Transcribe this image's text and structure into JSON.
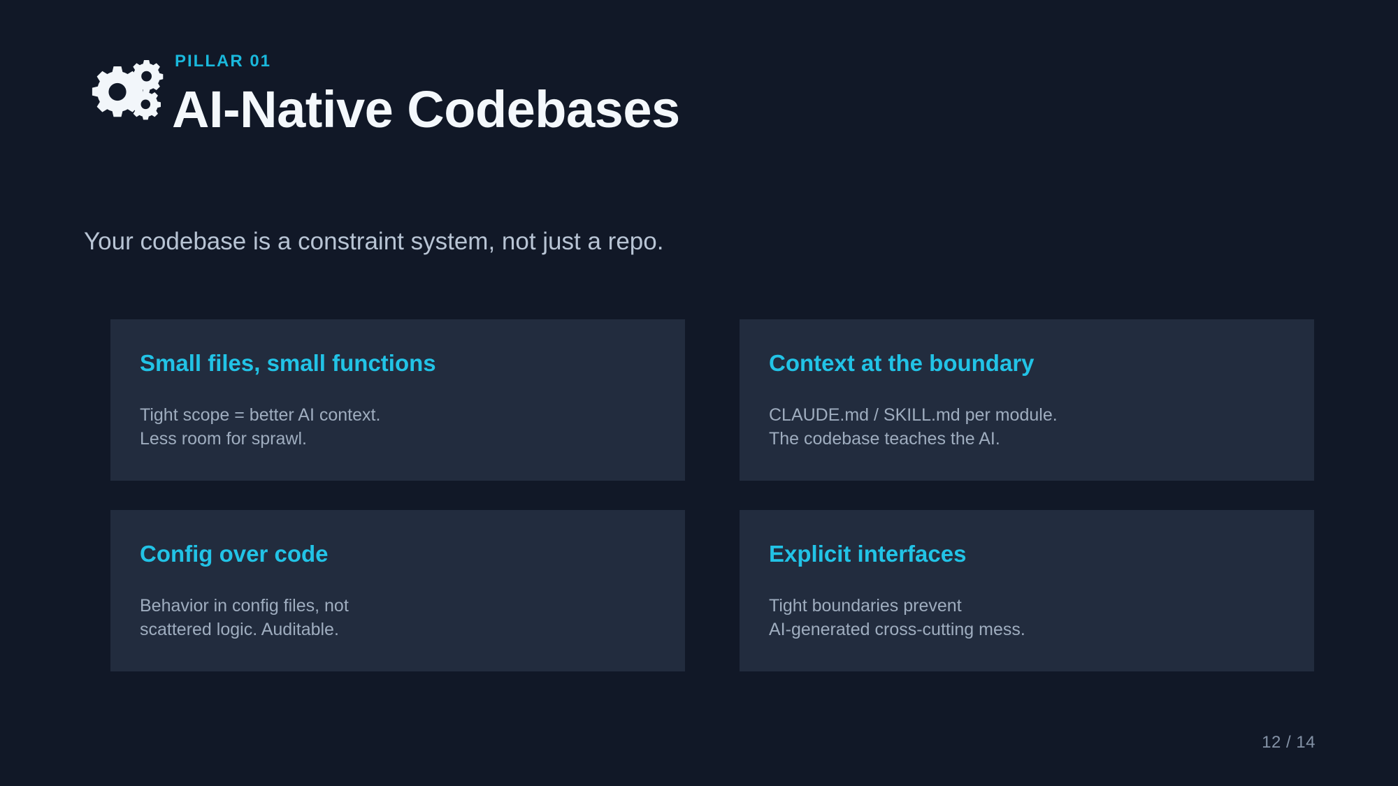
{
  "theme": {
    "background": "#111827",
    "card_background": "#222c3e",
    "accent": "#22c3e6",
    "eyebrow_accent": "#1ab8dc",
    "title_color": "#f4f8fc",
    "subtitle_color": "#b8c4d4",
    "body_color": "#9fadbf",
    "counter_color": "#8492a6"
  },
  "header": {
    "icon": "gears-icon",
    "eyebrow": "PILLAR 01",
    "title": "AI-Native Codebases"
  },
  "subtitle": "Your codebase is a constraint system, not just a repo.",
  "cards": [
    {
      "title": "Small files, small functions",
      "line1": "Tight scope = better AI context.",
      "line2": "Less room for sprawl."
    },
    {
      "title": "Context at the boundary",
      "line1": "CLAUDE.md / SKILL.md per module.",
      "line2": "The codebase teaches the AI."
    },
    {
      "title": "Config over code",
      "line1": "Behavior in config files, not",
      "line2": "scattered logic. Auditable."
    },
    {
      "title": "Explicit interfaces",
      "line1": "Tight boundaries prevent",
      "line2": "AI-generated cross-cutting mess."
    }
  ],
  "footer": {
    "page_counter": "12 / 14"
  }
}
